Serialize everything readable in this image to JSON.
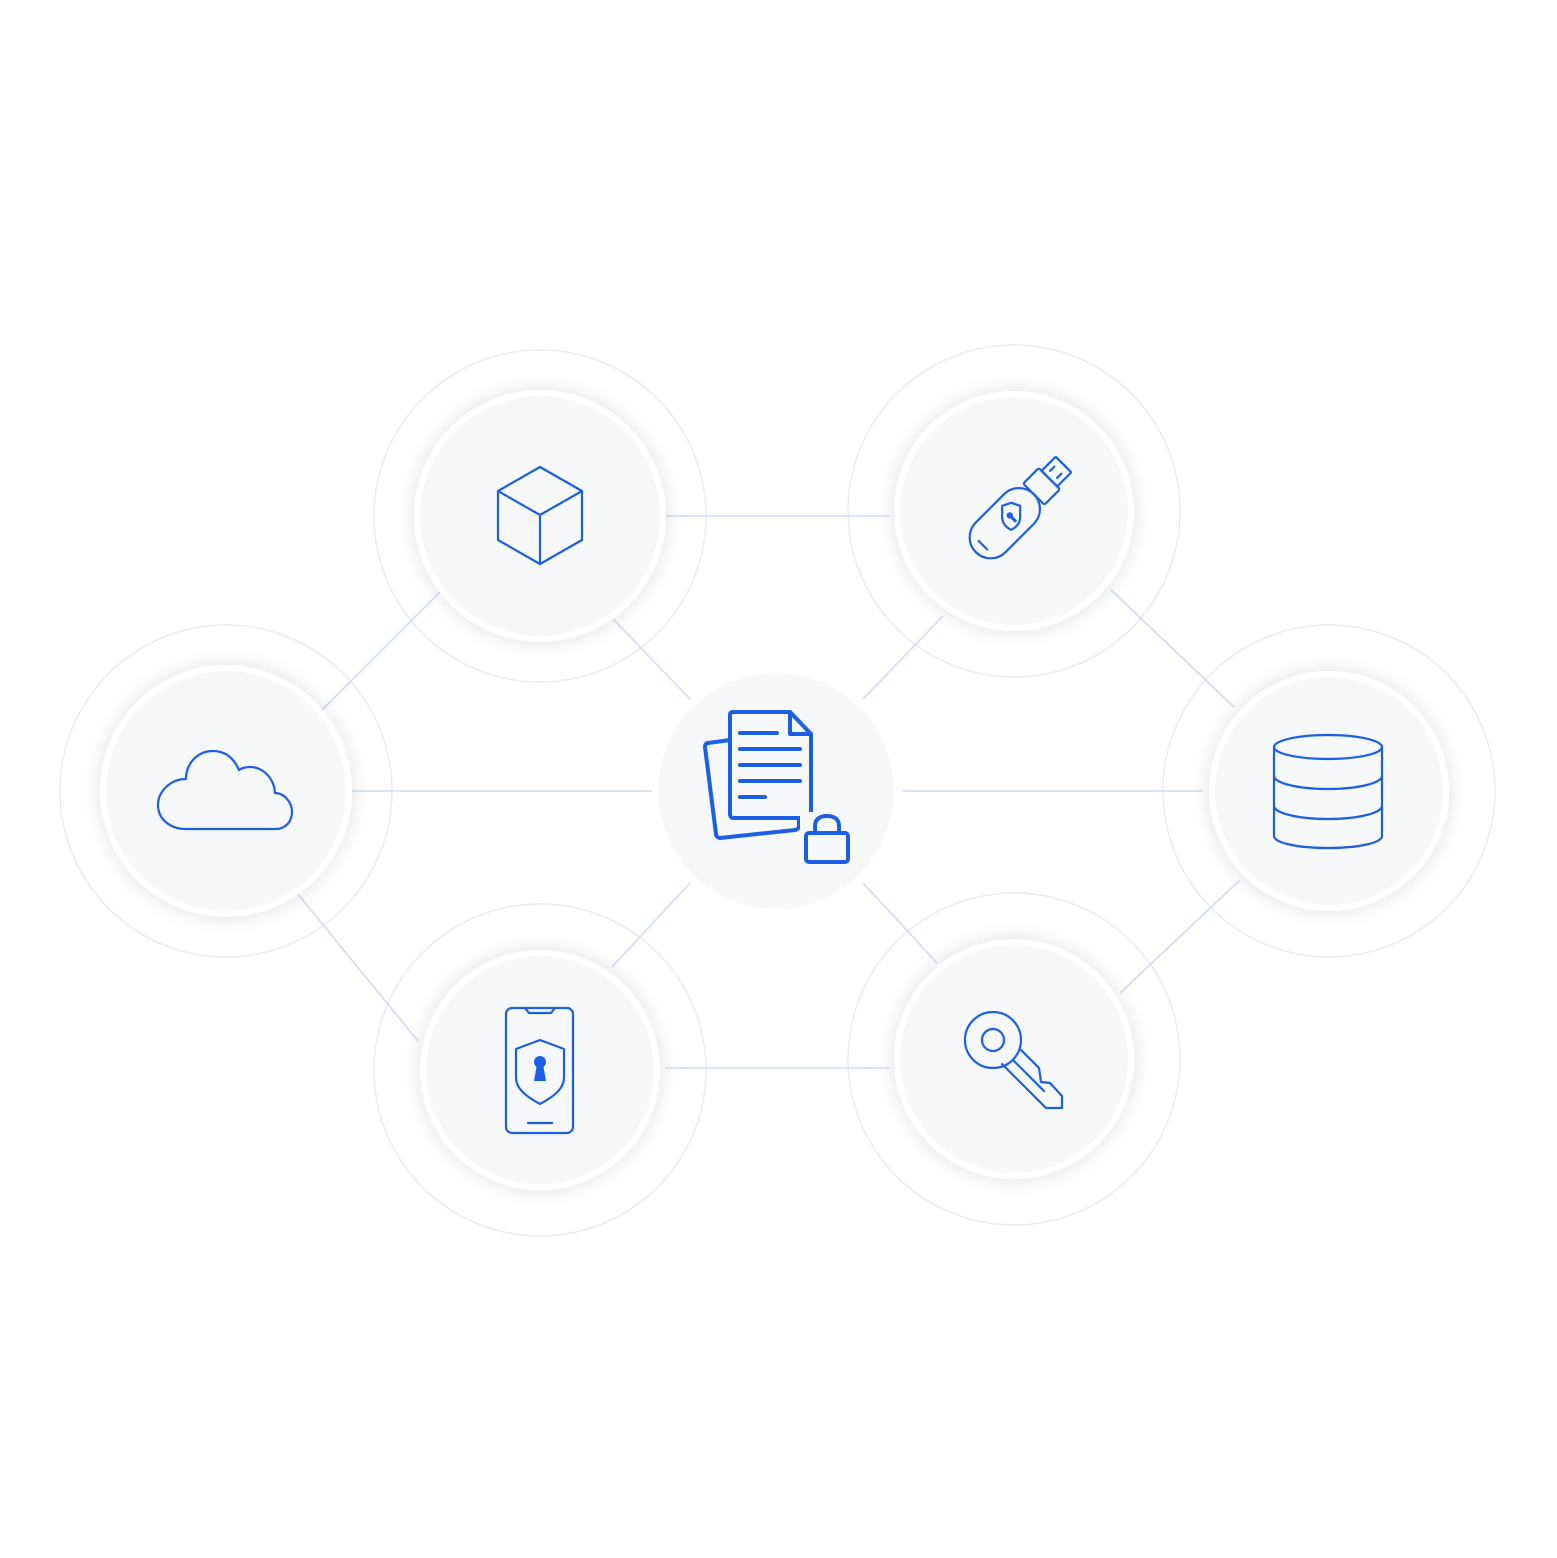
{
  "diagram": {
    "accent_color": "#1a5fe6",
    "link_color": "#cfdcf3",
    "nodes": [
      {
        "id": "center",
        "icon": "locked-documents-icon"
      },
      {
        "id": "cube",
        "icon": "cube-icon"
      },
      {
        "id": "usb",
        "icon": "secure-usb-drive-icon"
      },
      {
        "id": "cloud",
        "icon": "cloud-icon"
      },
      {
        "id": "database",
        "icon": "database-icon"
      },
      {
        "id": "phone",
        "icon": "secure-phone-icon"
      },
      {
        "id": "key",
        "icon": "key-icon"
      }
    ],
    "links": [
      [
        "cube",
        "usb"
      ],
      [
        "cube",
        "cloud"
      ],
      [
        "cube",
        "center"
      ],
      [
        "usb",
        "center"
      ],
      [
        "usb",
        "database"
      ],
      [
        "cloud",
        "center"
      ],
      [
        "cloud",
        "phone"
      ],
      [
        "center",
        "database"
      ],
      [
        "center",
        "phone"
      ],
      [
        "center",
        "key"
      ],
      [
        "phone",
        "key"
      ],
      [
        "key",
        "database"
      ]
    ]
  }
}
